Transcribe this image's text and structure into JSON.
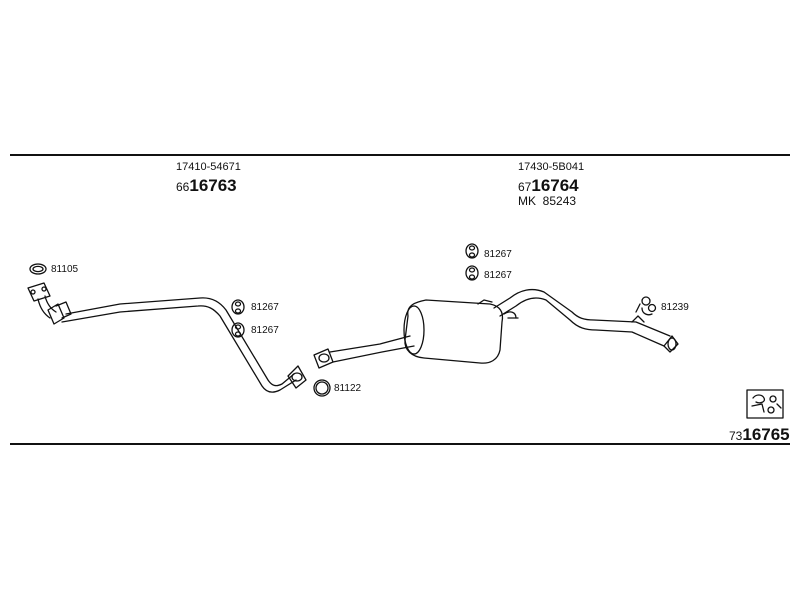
{
  "left_part": {
    "oe_number": "17410-54671",
    "prefix": "66",
    "number": "16763"
  },
  "right_part": {
    "oe_number": "17430-5B041",
    "prefix": "67",
    "number": "16764",
    "mk_label": "MK",
    "mk_number": "85243"
  },
  "kit": {
    "prefix": "73",
    "number": "16765"
  },
  "callouts": {
    "gasket_front": "81105",
    "hanger_left_1": "81267",
    "hanger_left_2": "81267",
    "ring_mid": "81122",
    "hanger_right_1": "81267",
    "hanger_right_2": "81267",
    "clamp_rear": "81239"
  }
}
